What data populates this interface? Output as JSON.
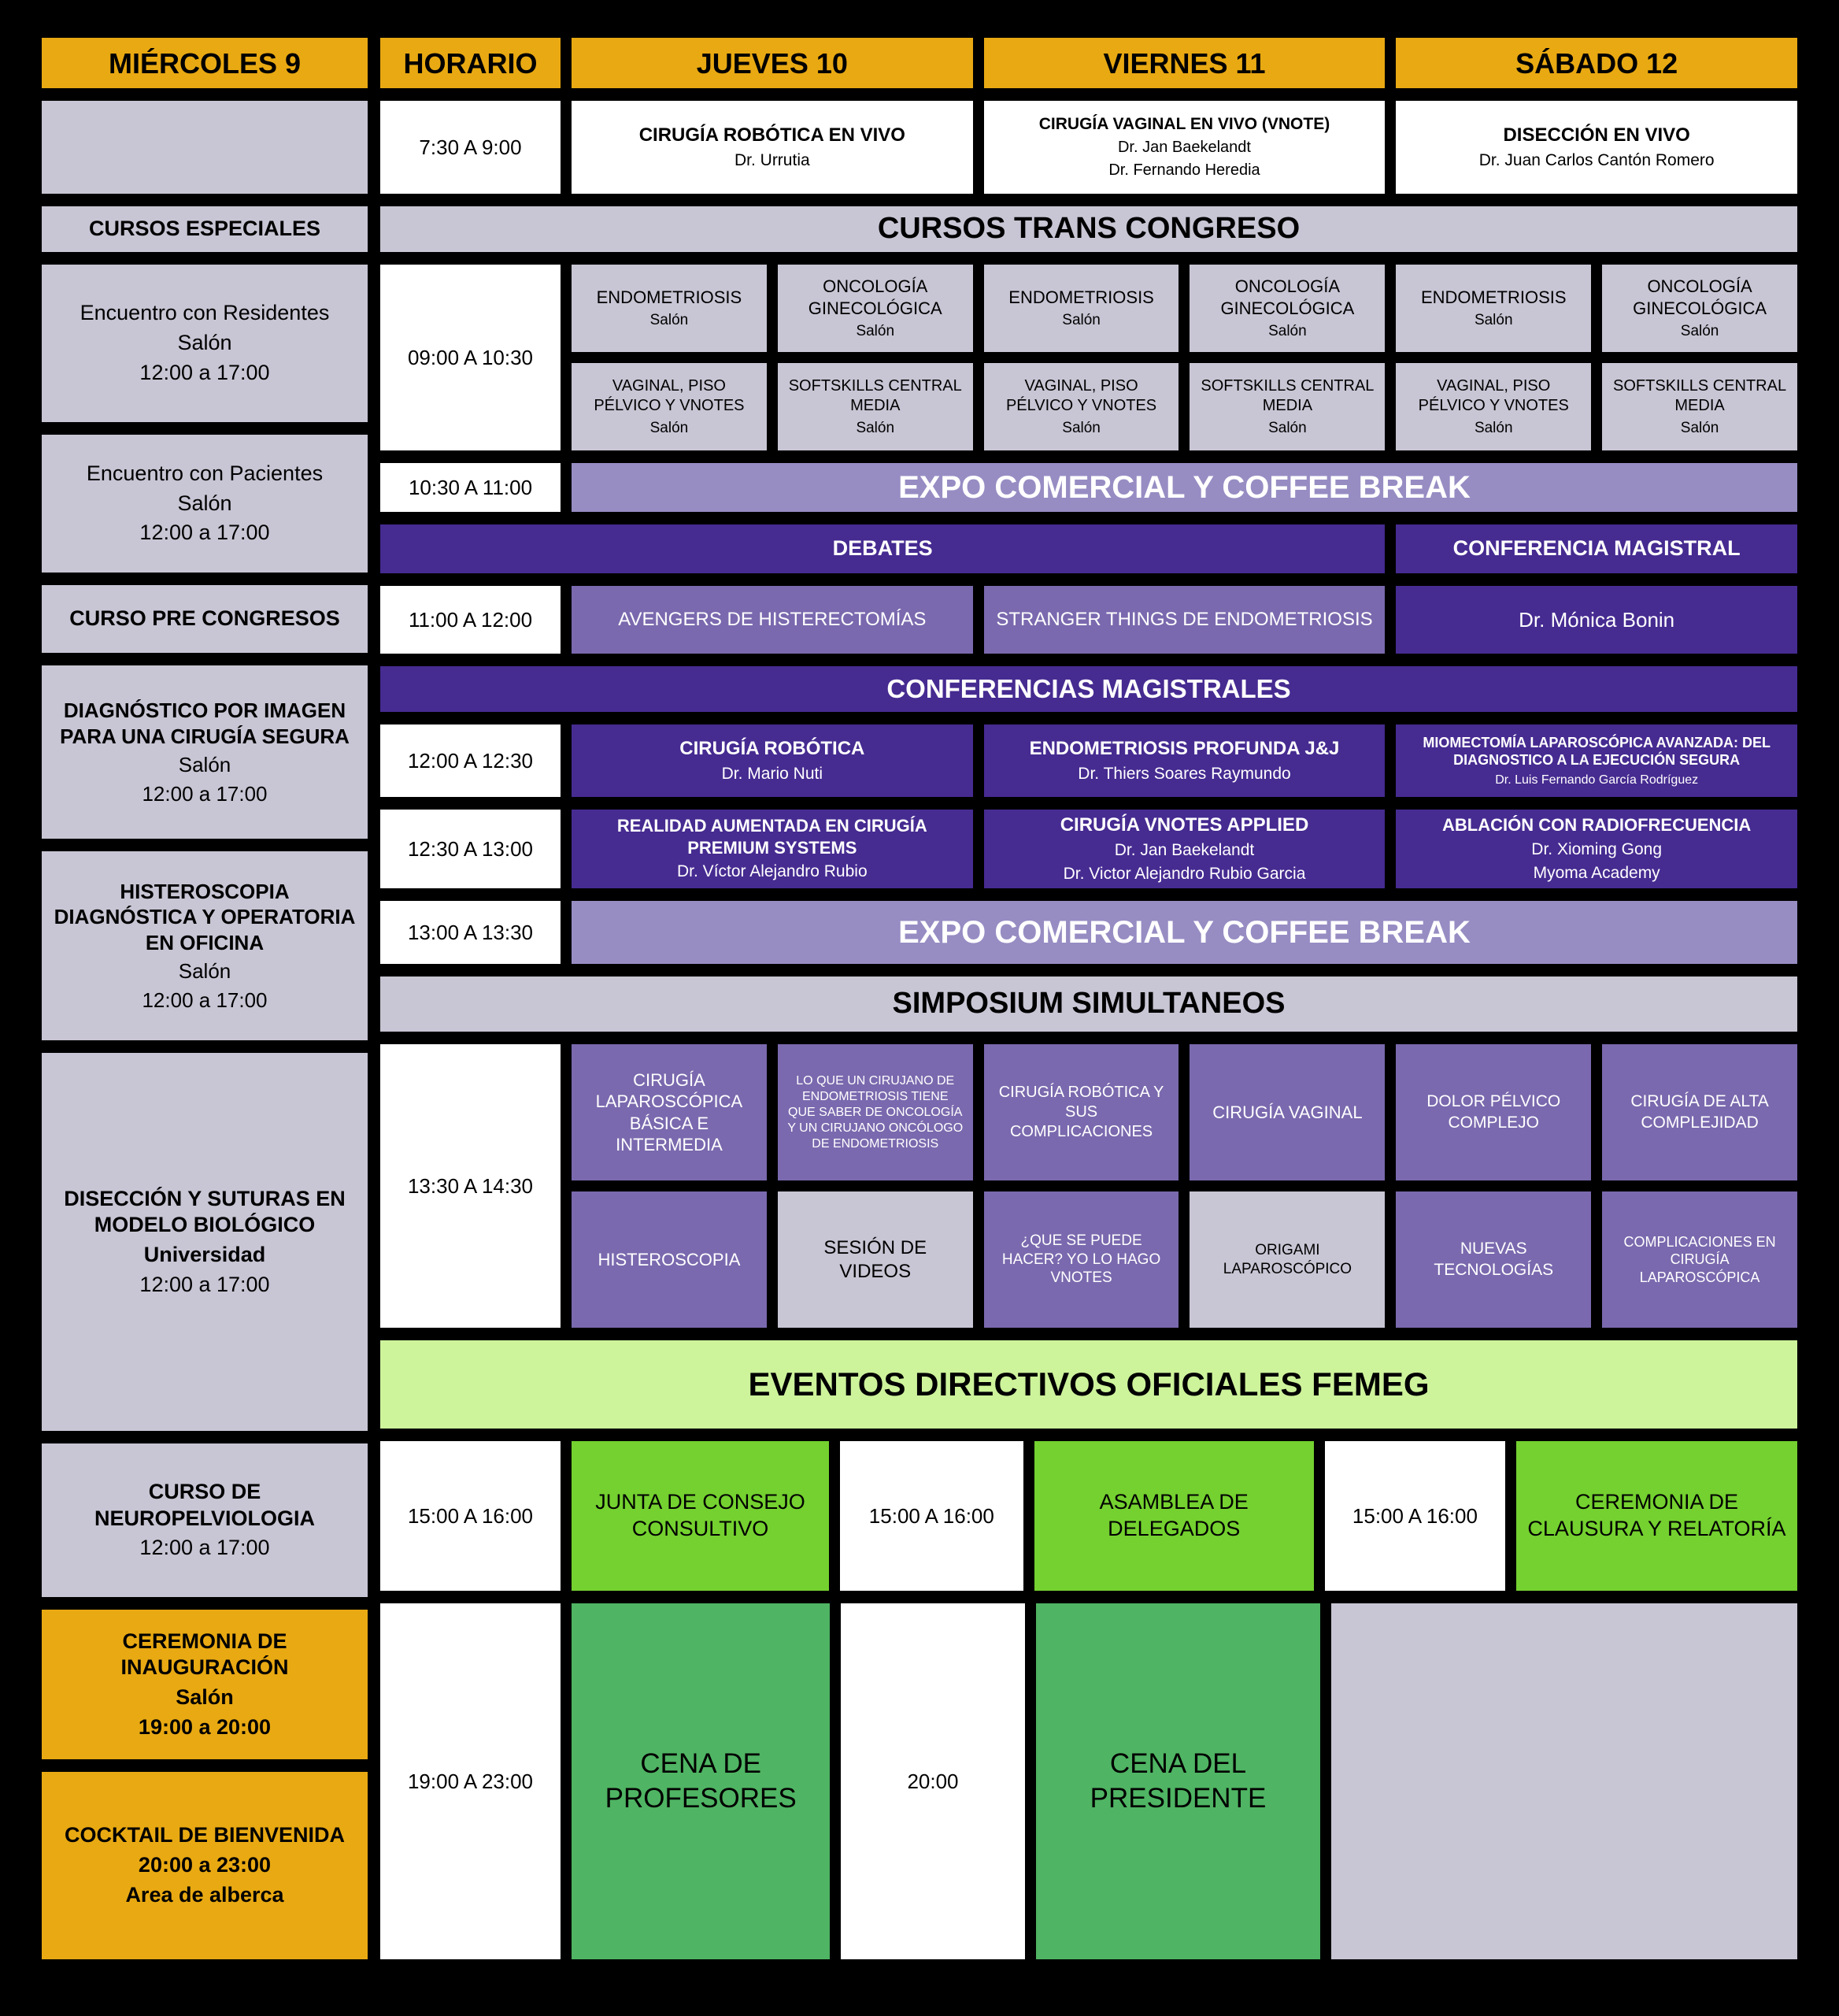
{
  "colors": {
    "gold": "#E9A912",
    "lavender": "#C8C5D4",
    "dark_purple": "#462B91",
    "medium_purple": "#7A69AE",
    "light_purple": "#978DC3",
    "light_green": "#CDF39B",
    "green": "#74D12F",
    "dark_green": "#4FB463"
  },
  "header": {
    "miercoles": "MIÉRCOLES 9",
    "horario": "HORARIO",
    "jueves": "JUEVES 10",
    "viernes": "VIERNES 11",
    "sabado": "SÁBADO 12"
  },
  "times": {
    "t0730": "7:30 A 9:00",
    "t0900": "09:00 A 10:30",
    "t1030": "10:30 A 11:00",
    "t1100": "11:00 A 12:00",
    "t1200": "12:00 A 12:30",
    "t1230": "12:30 A 13:00",
    "t1300": "13:00 A 13:30",
    "t1330": "13:30 A 14:30",
    "t1500": "15:00 A 16:00",
    "t1900": "19:00 A 23:00",
    "t2000": "20:00"
  },
  "left": {
    "cursos_especiales": "CURSOS ESPECIALES",
    "residentes": [
      "Encuentro con Residentes",
      "Salón",
      "12:00 a 17:00"
    ],
    "pacientes": [
      "Encuentro con Pacientes",
      "Salón",
      "12:00 a 17:00"
    ],
    "pre_congresos": "CURSO PRE CONGRESOS",
    "diagnostico": [
      "DIAGNÓSTICO POR IMAGEN PARA UNA CIRUGÍA SEGURA",
      "Salón",
      "12:00 a 17:00"
    ],
    "histeroscopia": [
      "HISTEROSCOPIA DIAGNÓSTICA Y OPERATORIA EN OFICINA",
      "Salón",
      "12:00 a 17:00"
    ],
    "diseccion": [
      "DISECCIÓN Y SUTURAS EN MODELO BIOLÓGICO",
      "Universidad",
      "12:00 a 17:00"
    ],
    "neuro": [
      "CURSO DE NEUROPELVIOLOGIA",
      "12:00 a 17:00"
    ],
    "inauguracion": [
      "CEREMONIA DE INAUGURACIÓN",
      "Salón",
      "19:00 a 20:00"
    ],
    "cocktail": [
      "COCKTAIL DE BIENVENIDA",
      "20:00 a 23:00",
      "Area de alberca"
    ]
  },
  "live": {
    "jueves": [
      "CIRUGÍA ROBÓTICA EN VIVO",
      "Dr. Urrutia"
    ],
    "viernes": [
      "CIRUGÍA VAGINAL EN VIVO (VNOTE)",
      "Dr. Jan Baekelandt",
      "Dr. Fernando Heredia"
    ],
    "sabado": [
      "DISECCIÓN EN VIVO",
      "Dr. Juan Carlos Cantón Romero"
    ]
  },
  "banners": {
    "trans": "CURSOS TRANS CONGRESO",
    "expo": "EXPO COMERCIAL Y COFFEE BREAK",
    "debates": "DEBATES",
    "conf_magistral": "CONFERENCIA MAGISTRAL",
    "conferencias": "CONFERENCIAS MAGISTRALES",
    "simposium": "SIMPOSIUM SIMULTANEOS",
    "eventos": "EVENTOS DIRECTIVOS OFICIALES FEMEG"
  },
  "trans": {
    "endometriosis": [
      "ENDOMETRIOSIS",
      "Salón"
    ],
    "oncologia": [
      "ONCOLOGÍA GINECOLÓGICA",
      "Salón"
    ],
    "vaginal": [
      "VAGINAL, PISO PÉLVICO Y VNOTES",
      "Salón"
    ],
    "softskills": [
      "SOFTSKILLS CENTRAL MEDIA",
      "Salón"
    ]
  },
  "debates": {
    "avengers": "AVENGERS DE HISTERECTOMÍAS",
    "stranger": "STRANGER THINGS DE ENDOMETRIOSIS",
    "bonin": "Dr. Mónica Bonin"
  },
  "conf1200": {
    "jueves": [
      "CIRUGÍA ROBÓTICA",
      "Dr. Mario Nuti"
    ],
    "viernes": [
      "ENDOMETRIOSIS PROFUNDA J&J",
      "Dr. Thiers Soares Raymundo"
    ],
    "sabado": [
      "MIOMECTOMÍA LAPAROSCÓPICA AVANZADA: DEL DIAGNOSTICO A LA EJECUCIÓN SEGURA",
      "Dr. Luis Fernando García Rodríguez"
    ]
  },
  "conf1230": {
    "jueves": [
      "REALIDAD AUMENTADA EN CIRUGÍA PREMIUM SYSTEMS",
      "Dr. Víctor Alejandro Rubio"
    ],
    "viernes": [
      "CIRUGÍA VNOTES APPLIED",
      "Dr. Jan Baekelandt",
      "Dr. Victor Alejandro Rubio Garcia"
    ],
    "sabado": [
      "ABLACIÓN CON RADIOFRECUENCIA",
      "Dr. Xioming Gong",
      "Myoma Academy"
    ]
  },
  "simposium": {
    "top": [
      "CIRUGÍA LAPAROSCÓPICA BÁSICA E INTERMEDIA",
      "LO QUE UN CIRUJANO DE ENDOMETRIOSIS TIENE QUE SABER DE ONCOLOGÍA Y UN CIRUJANO ONCÓLOGO DE ENDOMETRIOSIS",
      "CIRUGÍA ROBÓTICA Y SUS COMPLICACIONES",
      "CIRUGÍA VAGINAL",
      "DOLOR PÉLVICO COMPLEJO",
      "CIRUGÍA DE ALTA COMPLEJIDAD"
    ],
    "bottom": [
      "HISTEROSCOPIA",
      "SESIÓN DE VIDEOS",
      "¿QUE SE PUEDE HACER? YO LO HAGO VNOTES",
      "ORIGAMI LAPAROSCÓPICO",
      "NUEVAS TECNOLOGÍAS",
      "COMPLICACIONES EN CIRUGÍA LAPAROSCÓPICA"
    ]
  },
  "femeg": {
    "junta": "JUNTA DE CONSEJO CONSULTIVO",
    "asamblea": "ASAMBLEA DE DELEGADOS",
    "clausura": "CEREMONIA DE CLAUSURA Y RELATORÍA"
  },
  "cenas": {
    "profesores": "CENA DE PROFESORES",
    "presidente": "CENA DEL PRESIDENTE"
  }
}
